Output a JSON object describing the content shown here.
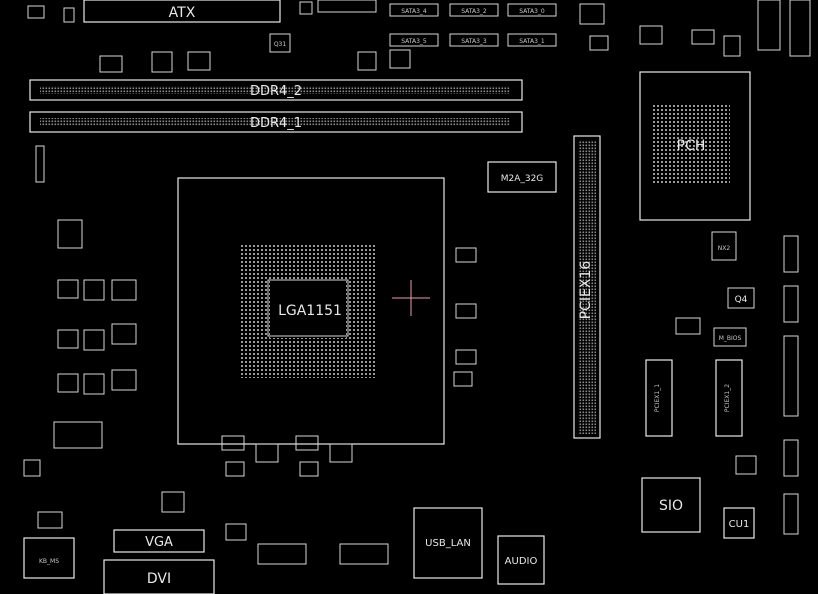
{
  "board": {
    "power_connector": "ATX",
    "dimm_slots": [
      "DDR4_2",
      "DDR4_1"
    ],
    "sata_ports": [
      "SATA3_4",
      "SATA3_2",
      "SATA3_0",
      "SATA3_5",
      "SATA3_3",
      "SATA3_1"
    ],
    "m2_slot": "M2A_32G",
    "cpu_socket": "LGA1151",
    "pcie_x16": "PCIEX16",
    "pcie_x1_slots": [
      "PCIEX1_1",
      "PCIEX1_2"
    ],
    "chipset": "PCH",
    "super_io": "SIO",
    "codec": "CU1",
    "q31": "Q31",
    "q4": "Q4",
    "nx2": "NX2",
    "m_bios": "M_BIOS",
    "io": {
      "ps2": "KB_MS",
      "vga": "VGA",
      "dvi": "DVI",
      "usb_lan": "USB_LAN",
      "audio": "AUDIO"
    }
  },
  "colors": {
    "background": "#000000",
    "silkscreen": "#e8e8e8",
    "marker": "#e8a0a8"
  }
}
